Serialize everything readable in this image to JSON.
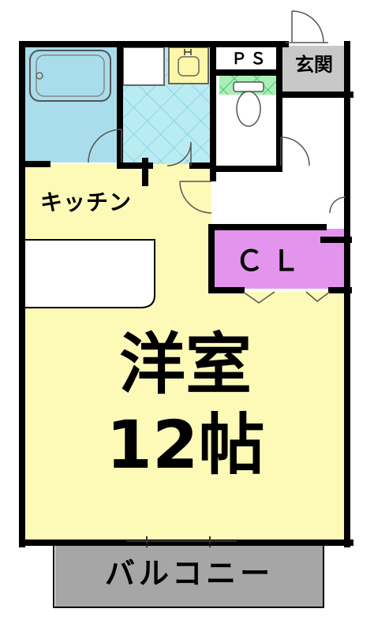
{
  "rooms": {
    "ps": "ＰＳ",
    "genkan": "玄関",
    "kitchen": "キッチン",
    "closet": "ＣＬ",
    "western_room": "洋室",
    "room_size": "12帖",
    "balcony": "バルコニー"
  },
  "colors": {
    "wall": "#000000",
    "bath": "#a9ddeb",
    "sink": "#fff7a8",
    "tile": "#b9ecf2",
    "tile_grid": "#6fc7dd",
    "toilet_floor": "#a9efb6",
    "toilet_grid": "#33bb66",
    "entrance": "#c8c8c8",
    "hall": "#ffffff",
    "kitchen_floor": "#fdfab8",
    "western_floor": "#fdfab8",
    "closet": "#e394ec",
    "balcony": "#a6a6a6"
  }
}
